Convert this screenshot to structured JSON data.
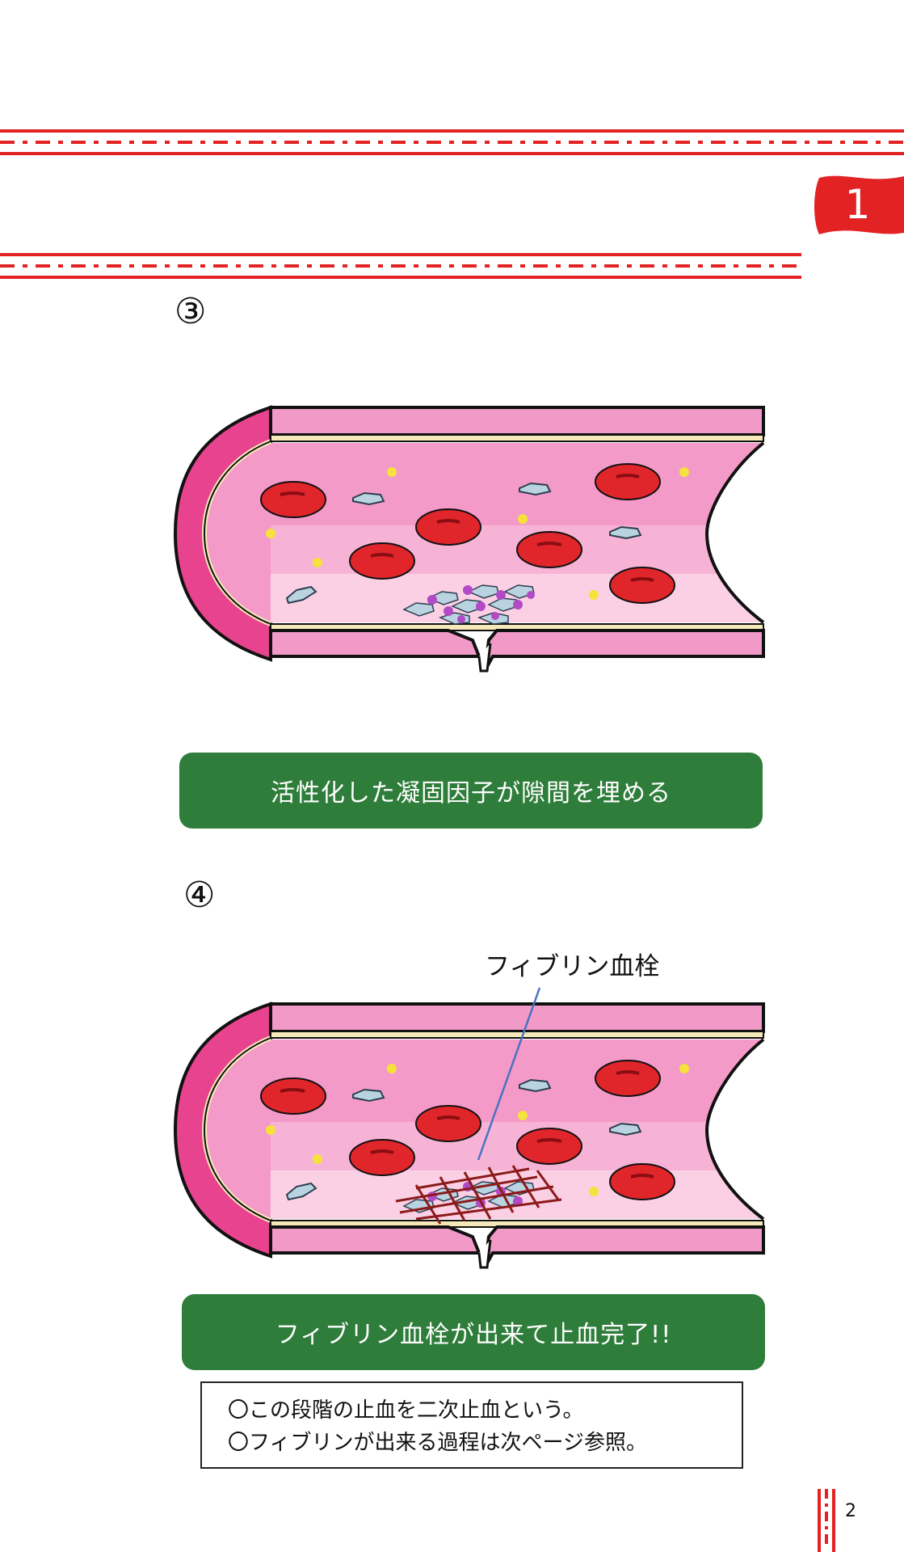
{
  "header": {
    "chapter_number": "1",
    "accent_color": "#e32224"
  },
  "steps": [
    {
      "number": "③",
      "caption": "活性化した凝固因子が隙間を埋める"
    },
    {
      "number": "④",
      "label": "フィブリン血栓",
      "caption": "フィブリン血栓が出来て止血完了!!"
    }
  ],
  "notes": [
    "〇この段階の止血を二次止血という。",
    "〇フィブリンが出来る過程は次ページ参照。"
  ],
  "footer": {
    "page_number": "2"
  },
  "colors": {
    "caption_bg": "#2e7d3a",
    "vessel_outer": "#e8438e",
    "vessel_inner": "#f49ac8",
    "red_cell": "#e0262b"
  }
}
